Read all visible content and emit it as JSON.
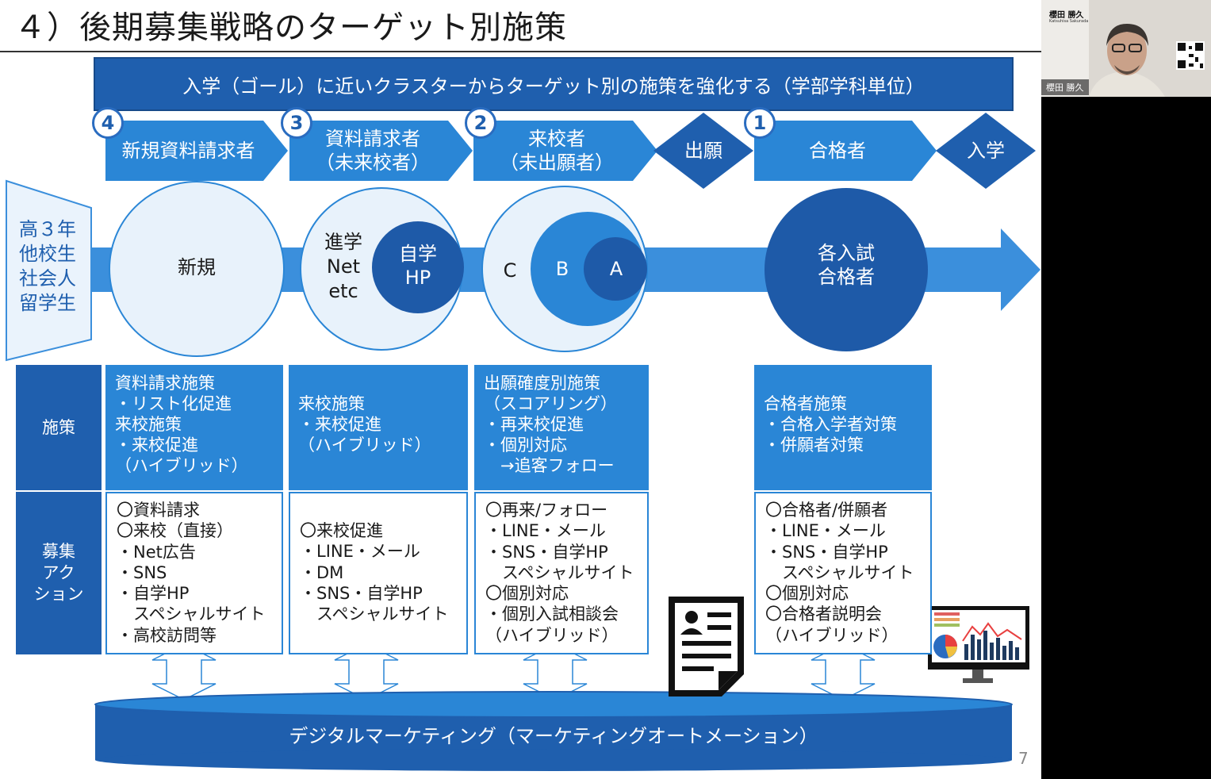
{
  "slide": {
    "title": "４）後期募集戦略のターゲット別施策",
    "banner": "入学（ゴール）に近いクラスターからターゲット別の施策を強化する（学部学科単位）",
    "page_number": "7",
    "stages": [
      {
        "badge": "4",
        "lines": [
          "新規資料請求者"
        ]
      },
      {
        "badge": "3",
        "lines": [
          "資料請求者",
          "（未来校者）"
        ]
      },
      {
        "badge": "2",
        "lines": [
          "来校者",
          "（未出願者）"
        ]
      },
      {
        "badge": "",
        "lines": [
          "出願"
        ]
      },
      {
        "badge": "1",
        "lines": [
          "合格者"
        ]
      },
      {
        "badge": "",
        "lines": [
          "入学"
        ]
      }
    ],
    "source_lines": [
      "高３年",
      "他校生",
      "社会人",
      "留学生"
    ],
    "circles": {
      "new": "新規",
      "c2_left": [
        "進学",
        "Net",
        "etc"
      ],
      "c2_inner": [
        "自学",
        "HP"
      ],
      "c3": [
        "C",
        "B",
        "A"
      ],
      "passers": [
        "各入試",
        "合格者"
      ]
    },
    "row_labels": {
      "policy": [
        "施策"
      ],
      "action": [
        "募集",
        "アク",
        "ション"
      ]
    },
    "policies": [
      [
        "資料請求施策",
        "・リスト化促進",
        "来校施策",
        "・来校促進",
        "（ハイブリッド）"
      ],
      [
        "来校施策",
        "・来校促進",
        "（ハイブリッド）"
      ],
      [
        "出願確度別施策",
        "（スコアリング）",
        "・再来校促進",
        "・個別対応",
        "　→追客フォロー"
      ],
      [
        "合格者施策",
        "・合格入学者対策",
        "・併願者対策"
      ]
    ],
    "actions": [
      [
        "〇資料請求",
        "〇来校（直接）",
        "・Net広告",
        "・SNS",
        "・自学HP",
        "　スペシャルサイト",
        "・高校訪問等"
      ],
      [
        "〇来校促進",
        "・LINE・メール",
        "・DM",
        "・SNS・自学HP",
        "　スペシャルサイト"
      ],
      [
        "〇再来/フォロー",
        "・LINE・メール",
        "・SNS・自学HP",
        "　スペシャルサイト",
        "〇個別対応",
        "・個別入試相談会",
        "（ハイブリッド）"
      ],
      [
        "〇合格者/併願者",
        "・LINE・メール",
        "・SNS・自学HP",
        "　スペシャルサイト",
        "〇個別対応",
        "〇合格者説明会",
        "（ハイブリッド）"
      ]
    ],
    "platform": "デジタルマーケティング（マーケティングオートメーション）",
    "icons": [
      "document-icon",
      "monitor-chart-icon",
      "up-down-arrow-icon"
    ]
  },
  "video": {
    "name": "櫻田 勝久",
    "card_name": "櫻田 勝久",
    "card_subtitle": "Katsuhisa Sakurada"
  },
  "colors": {
    "dark_blue": "#1f5fae",
    "mid_blue": "#2a86d6",
    "arrow_blue": "#3b8fdc",
    "pale_blue": "#e8f2fb",
    "circle_dark": "#1e5aa8"
  }
}
